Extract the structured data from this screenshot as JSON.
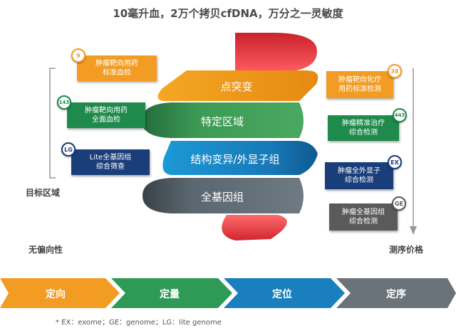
{
  "title": "10毫升血，2万个拷贝cfDNA，万分之一灵敏度",
  "ribbon": {
    "layers": [
      {
        "label": "点突变",
        "color": "#f39c24"
      },
      {
        "label": "特定区域",
        "color": "#3d9a55"
      },
      {
        "label": "结构变异/外显子组",
        "color": "#1a7fbd"
      },
      {
        "label": "全基因组",
        "color": "#5b6770"
      }
    ],
    "accent_color": "#e3343b"
  },
  "left_cards": [
    {
      "badge": "9",
      "label": "肿瘤靶向用药\n标准血检",
      "color": "#f39c24"
    },
    {
      "badge": "143",
      "label": "肿瘤靶向用药\n全面血检",
      "color": "#1e8a4c"
    },
    {
      "badge": "LG",
      "label": "Lite全基因组\n综合筛查",
      "color": "#1a3e7a"
    }
  ],
  "right_cards": [
    {
      "badge": "38",
      "label": "肿瘤靶向化疗\n用药标准检测",
      "color": "#f39c24"
    },
    {
      "badge": "443",
      "label": "肿瘤精准治疗\n综合检测",
      "color": "#1e8a4c"
    },
    {
      "badge": "EX",
      "label": "肿瘤全外显子\n综合检测",
      "color": "#1a3e7a"
    },
    {
      "badge": "GE",
      "label": "肿瘤全基因组\n综合检测",
      "color": "#5a5a5a"
    }
  ],
  "labels": {
    "target_region": "目标区域",
    "unbiased": "无偏向性",
    "price": "测序价格"
  },
  "process": [
    {
      "label": "定向",
      "color": "#f39c24"
    },
    {
      "label": "定量",
      "color": "#2e9a55"
    },
    {
      "label": "定位",
      "color": "#1a7fbd"
    },
    {
      "label": "定序",
      "color": "#6b737a"
    }
  ],
  "footnote": "* EX：exome；GE：genome；LG：lite genome"
}
